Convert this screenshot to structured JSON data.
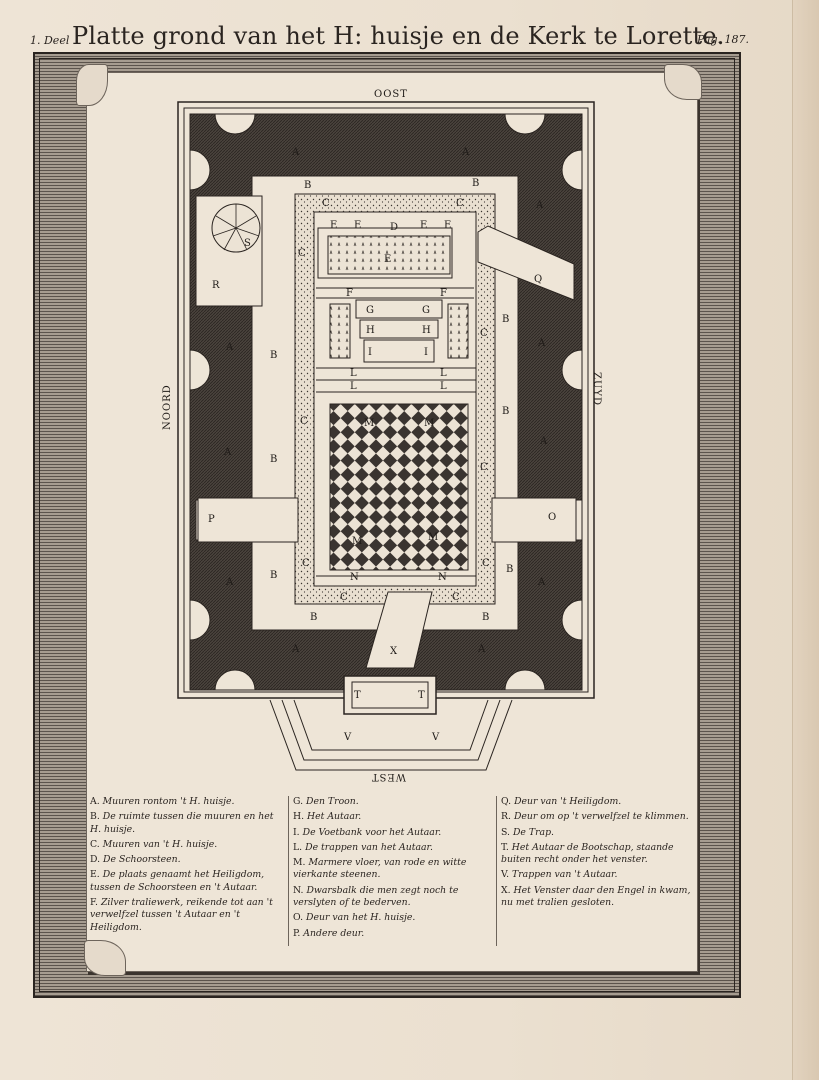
{
  "header": {
    "volume": "1. Deel",
    "title": "Platte grond van het H: huisje en de Kerk te Lorette.",
    "page": "Pag. 187."
  },
  "directions": {
    "north": "NOORD",
    "east": "OOST",
    "south": "ZUYD",
    "west": "WEST"
  },
  "plan_letters": {
    "A": "A",
    "B": "B",
    "C": "C",
    "D": "D",
    "E": "E",
    "F": "F",
    "G": "G",
    "H": "H",
    "I": "I",
    "L": "L",
    "M": "M",
    "N": "N",
    "O": "O",
    "P": "P",
    "Q": "Q",
    "R": "R",
    "S": "S",
    "T": "T",
    "V": "V",
    "X": "X"
  },
  "legend": {
    "col1": [
      {
        "key": "A.",
        "text": "Muuren rontom 't H. huisje."
      },
      {
        "key": "B.",
        "text": "De ruimte tussen die muuren en het H. huisje."
      },
      {
        "key": "C.",
        "text": "Muuren van 't H. huisje."
      },
      {
        "key": "D.",
        "text": "De Schoorsteen."
      },
      {
        "key": "E.",
        "text": "De plaats genaamt het Heiligdom, tussen de Schoorsteen en 't Autaar."
      },
      {
        "key": "F.",
        "text": "Zilver traliewerk, reikende tot aan 't verwelfzel tussen 't Autaar en 't Heiligdom."
      }
    ],
    "col2": [
      {
        "key": "G.",
        "text": "Den Troon."
      },
      {
        "key": "H.",
        "text": "Het Autaar."
      },
      {
        "key": "I.",
        "text": "De Voetbank voor het Autaar."
      },
      {
        "key": "L.",
        "text": "De trappen van het Autaar."
      },
      {
        "key": "M.",
        "text": "Marmere vloer, van rode en witte vierkante steenen."
      },
      {
        "key": "N.",
        "text": "Dwarsbalk die men zegt noch te verslyten of te bederven."
      },
      {
        "key": "O.",
        "text": "Deur van het H. huisje."
      },
      {
        "key": "P.",
        "text": "Andere deur."
      }
    ],
    "col3": [
      {
        "key": "Q.",
        "text": "Deur van 't Heiligdom."
      },
      {
        "key": "R.",
        "text": "Deur om op 't verwelfzel te klimmen."
      },
      {
        "key": "S.",
        "text": "De Trap."
      },
      {
        "key": "T.",
        "text": "Het Autaar de Bootschap, staande buiten recht onder het venster."
      },
      {
        "key": "V.",
        "text": "Trappen van 't Autaar."
      },
      {
        "key": "X.",
        "text": "Het Venster daar den Engel in kwam, nu met tralien gesloten."
      }
    ]
  },
  "colors": {
    "ink": "#1e1a17",
    "paper": "#eee5d7",
    "wall_hatch": "#3a3430",
    "stipple": "#d9cfc0"
  }
}
